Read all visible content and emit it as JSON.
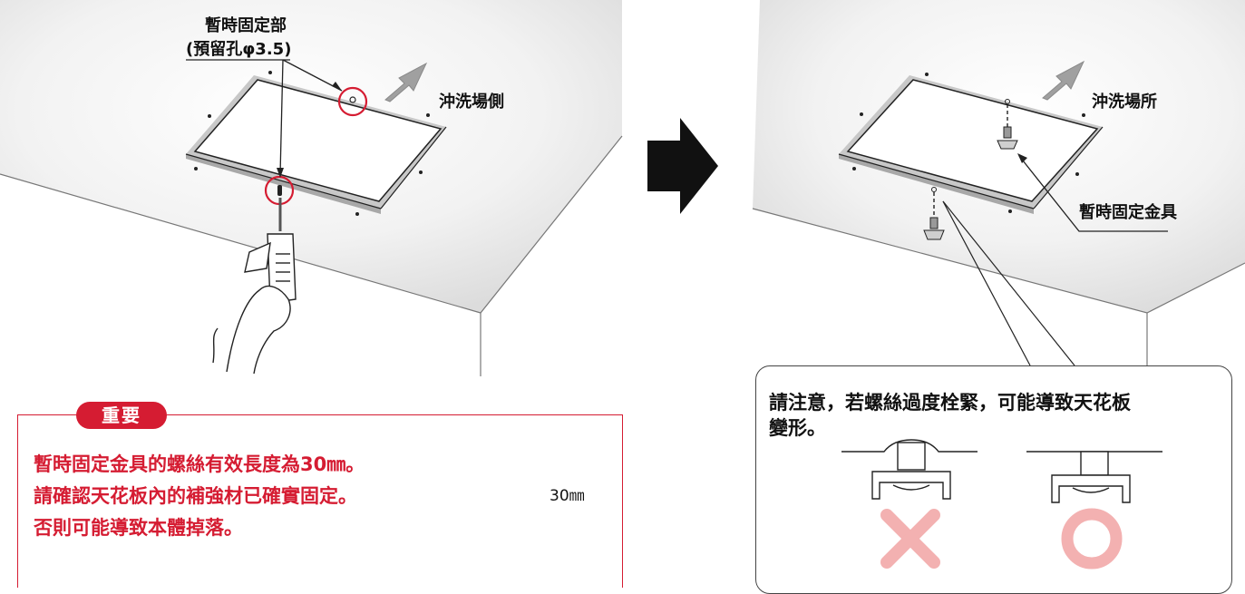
{
  "left_panel": {
    "temp_fix_label": "暫時固定部",
    "hole_label": "(預留孔φ3.5)",
    "direction_label": "沖洗場側"
  },
  "right_panel": {
    "direction_label": "沖洗場所",
    "bracket_label": "暫時固定金具"
  },
  "important": {
    "badge": "重要",
    "lines": [
      "暫時固定金具的螺絲有效長度為30㎜。",
      "請確認天花板內的補強材已確實固定。",
      "否則可能導致本體掉落。"
    ],
    "dimension_label": "30㎜"
  },
  "note": {
    "line1": "請注意，若螺絲過度栓緊，可能導致天花板",
    "line2": "變形。",
    "bad_mark": "×",
    "good_mark": "○"
  },
  "colors": {
    "accent_red": "#d51c32",
    "arrow_gray": "#9a9a9a",
    "mark_pink": "#f3b1b1"
  }
}
